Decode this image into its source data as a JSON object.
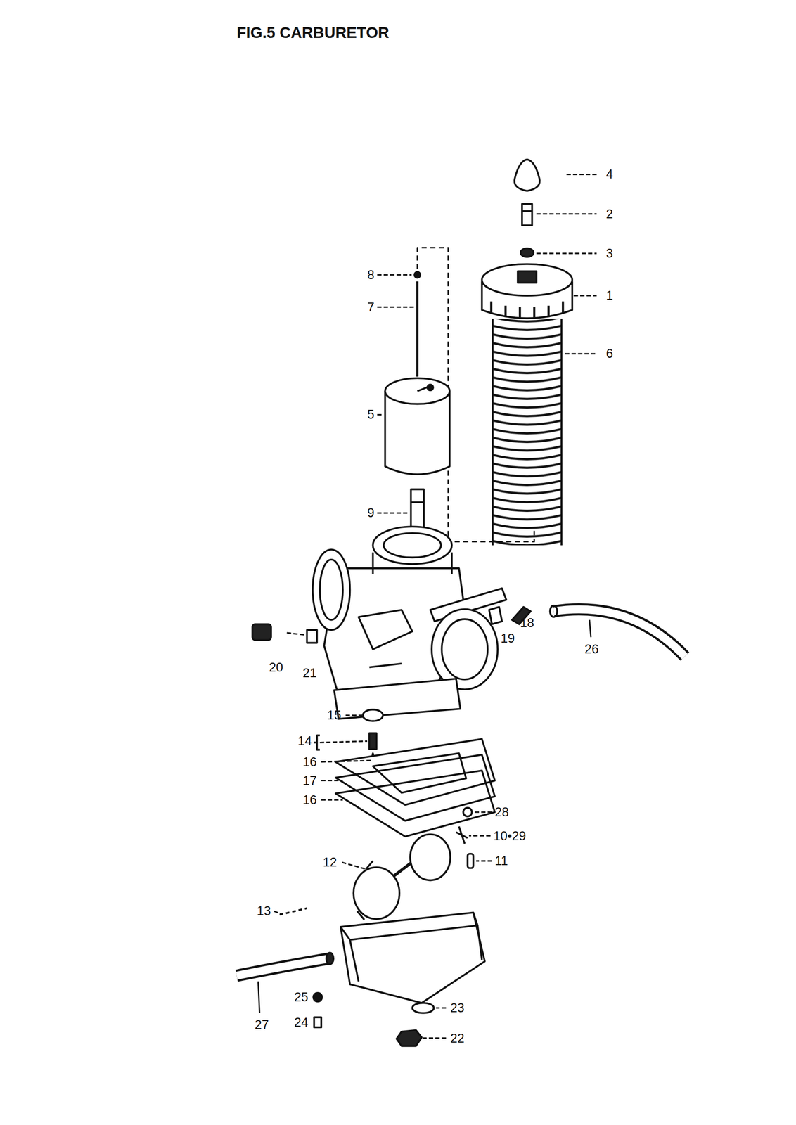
{
  "diagram": {
    "title": "FIG.5 CARBURETOR",
    "labels": [
      "4",
      "2",
      "3",
      "1",
      "6",
      "8",
      "7",
      "5",
      "9",
      "18",
      "19",
      "26",
      "20",
      "21",
      "15",
      "14",
      "16",
      "17",
      "16",
      "28",
      "10•29",
      "11",
      "12",
      "13",
      "27",
      "25",
      "24",
      "23",
      "22"
    ]
  }
}
